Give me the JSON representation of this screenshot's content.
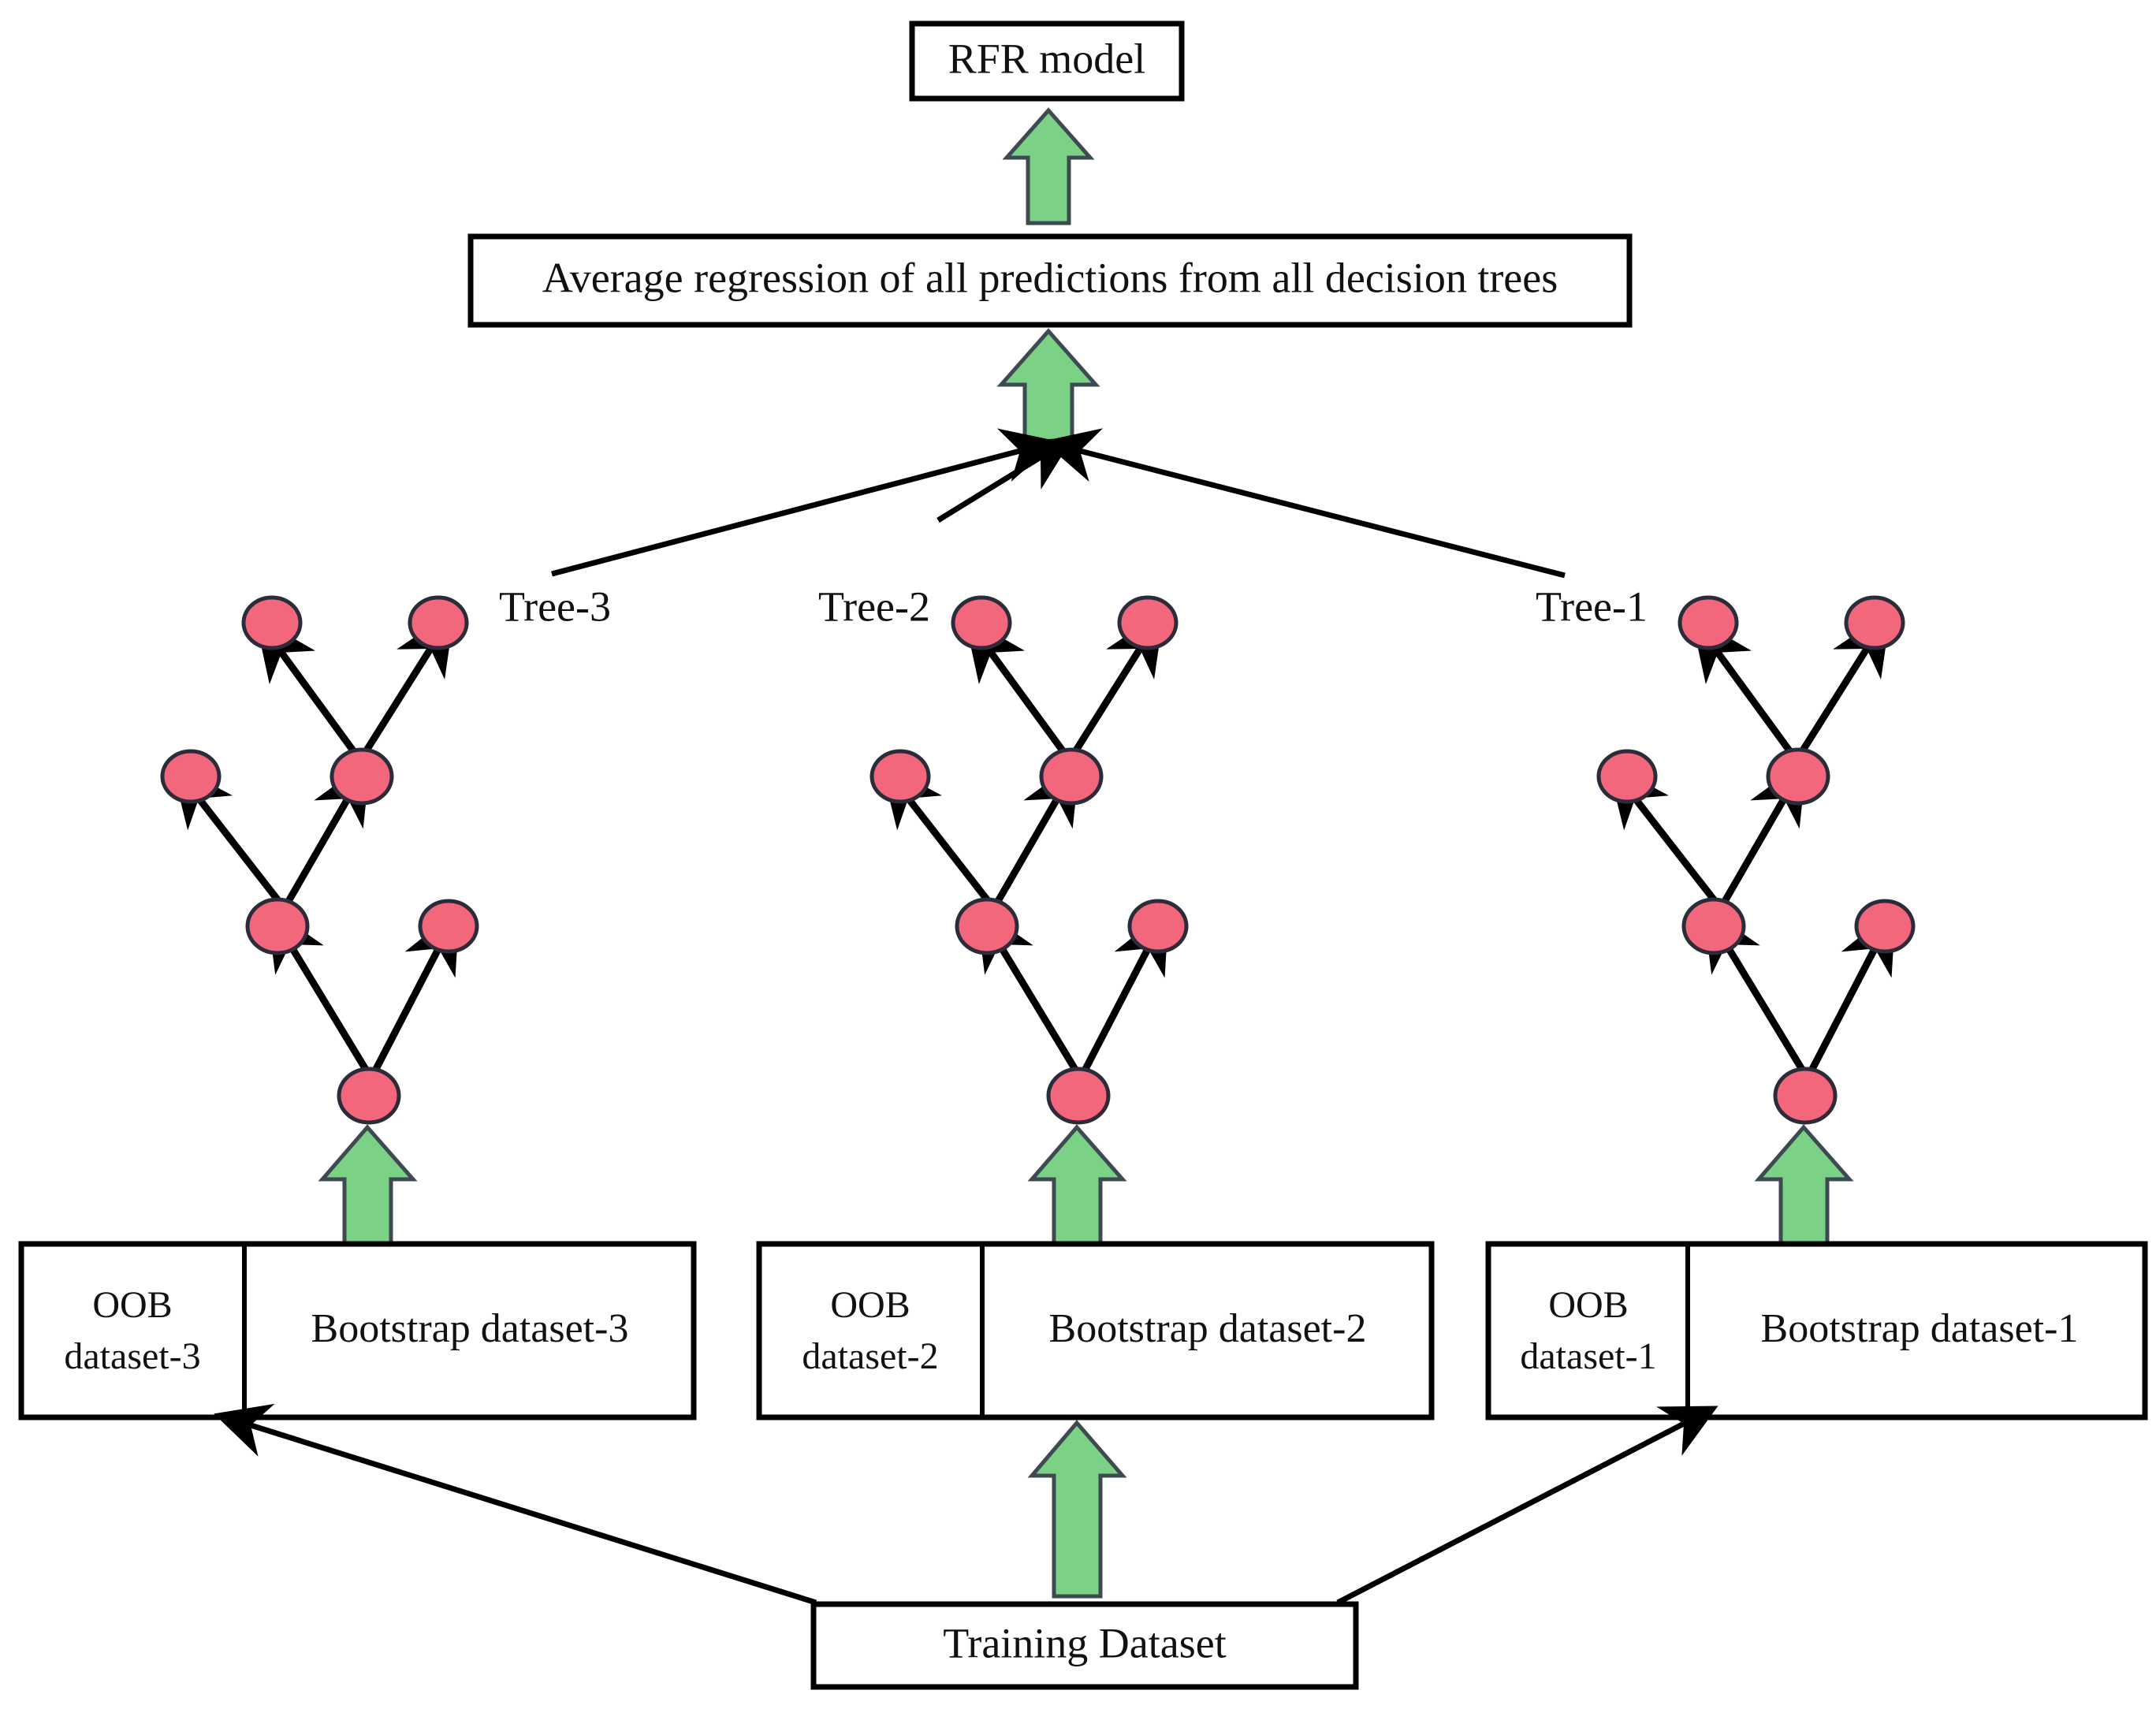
{
  "figure": {
    "title_box": "RFR model",
    "average_box": "Average regression of all predictions from all decision trees",
    "training_box": "Training Dataset"
  },
  "tree_labels": [
    {
      "id": "tree-3",
      "label": "Tree-3"
    },
    {
      "id": "tree-2",
      "label": "Tree-2"
    },
    {
      "id": "tree-1",
      "label": "Tree-1"
    }
  ],
  "dataset_boxes": [
    {
      "id": "dataset-group-3",
      "oob_line1": "OOB",
      "oob_line2": "dataset-3",
      "bootstrap": "Bootstrap dataset-3"
    },
    {
      "id": "dataset-group-2",
      "oob_line1": "OOB",
      "oob_line2": "dataset-2",
      "bootstrap": "Bootstrap dataset-2"
    },
    {
      "id": "dataset-group-1",
      "oob_line1": "OOB",
      "oob_line2": "dataset-1",
      "bootstrap": "Bootstrap dataset-1"
    }
  ],
  "colors": {
    "node_fill": "#F2677C",
    "node_stroke": "#2b2b3a",
    "arrow_fill": "#7BD185",
    "arrow_stroke": "#3d4a52",
    "box_stroke": "#000000",
    "background": "#FFFFFF"
  },
  "icons": {
    "green_up_arrow": "up-arrow-icon",
    "edge_arrow": "arrowhead-icon"
  }
}
